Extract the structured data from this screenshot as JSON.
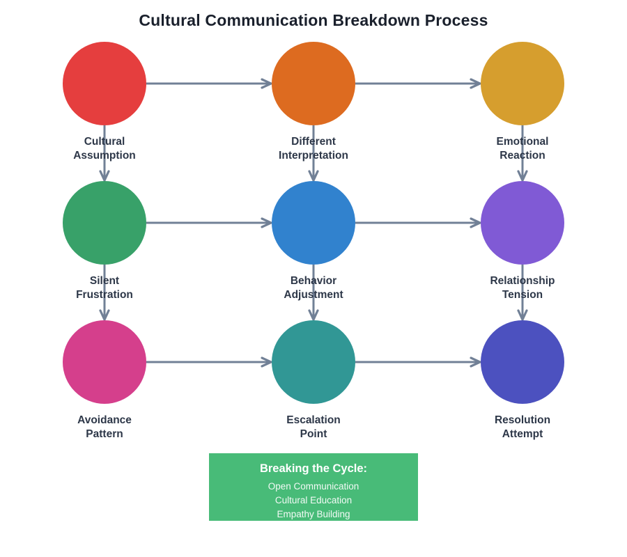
{
  "title": "Cultural Communication Breakdown Process",
  "colors": {
    "arrow": "#718096",
    "title_text": "#1a202c",
    "label_text": "#2d3748",
    "cycle_box_bg": "#48bb78",
    "cycle_text": "#ffffff"
  },
  "nodes": [
    {
      "id": "cultural-assumption",
      "label": "Cultural\nAssumption",
      "color": "#e53e3e"
    },
    {
      "id": "different-interpretation",
      "label": "Different\nInterpretation",
      "color": "#dd6b20"
    },
    {
      "id": "emotional-reaction",
      "label": "Emotional\nReaction",
      "color": "#d69e2e"
    },
    {
      "id": "silent-frustration",
      "label": "Silent\nFrustration",
      "color": "#38a169"
    },
    {
      "id": "behavior-adjustment",
      "label": "Behavior\nAdjustment",
      "color": "#3182ce"
    },
    {
      "id": "relationship-tension",
      "label": "Relationship\nTension",
      "color": "#805ad5"
    },
    {
      "id": "avoidance-pattern",
      "label": "Avoidance\nPattern",
      "color": "#d53f8c"
    },
    {
      "id": "escalation-point",
      "label": "Escalation\nPoint",
      "color": "#319795"
    },
    {
      "id": "resolution-attempt",
      "label": "Resolution\nAttempt",
      "color": "#4c51bf"
    }
  ],
  "edges": [
    {
      "from": "cultural-assumption",
      "to": "different-interpretation"
    },
    {
      "from": "different-interpretation",
      "to": "emotional-reaction"
    },
    {
      "from": "cultural-assumption",
      "to": "silent-frustration"
    },
    {
      "from": "different-interpretation",
      "to": "behavior-adjustment"
    },
    {
      "from": "emotional-reaction",
      "to": "relationship-tension"
    },
    {
      "from": "silent-frustration",
      "to": "behavior-adjustment"
    },
    {
      "from": "behavior-adjustment",
      "to": "relationship-tension"
    },
    {
      "from": "silent-frustration",
      "to": "avoidance-pattern"
    },
    {
      "from": "behavior-adjustment",
      "to": "escalation-point"
    },
    {
      "from": "relationship-tension",
      "to": "resolution-attempt"
    },
    {
      "from": "avoidance-pattern",
      "to": "escalation-point"
    },
    {
      "from": "escalation-point",
      "to": "resolution-attempt"
    }
  ],
  "cycle_box": {
    "title": "Breaking the Cycle:",
    "items": [
      "Open Communication",
      "Cultural Education",
      "Empathy Building"
    ]
  }
}
